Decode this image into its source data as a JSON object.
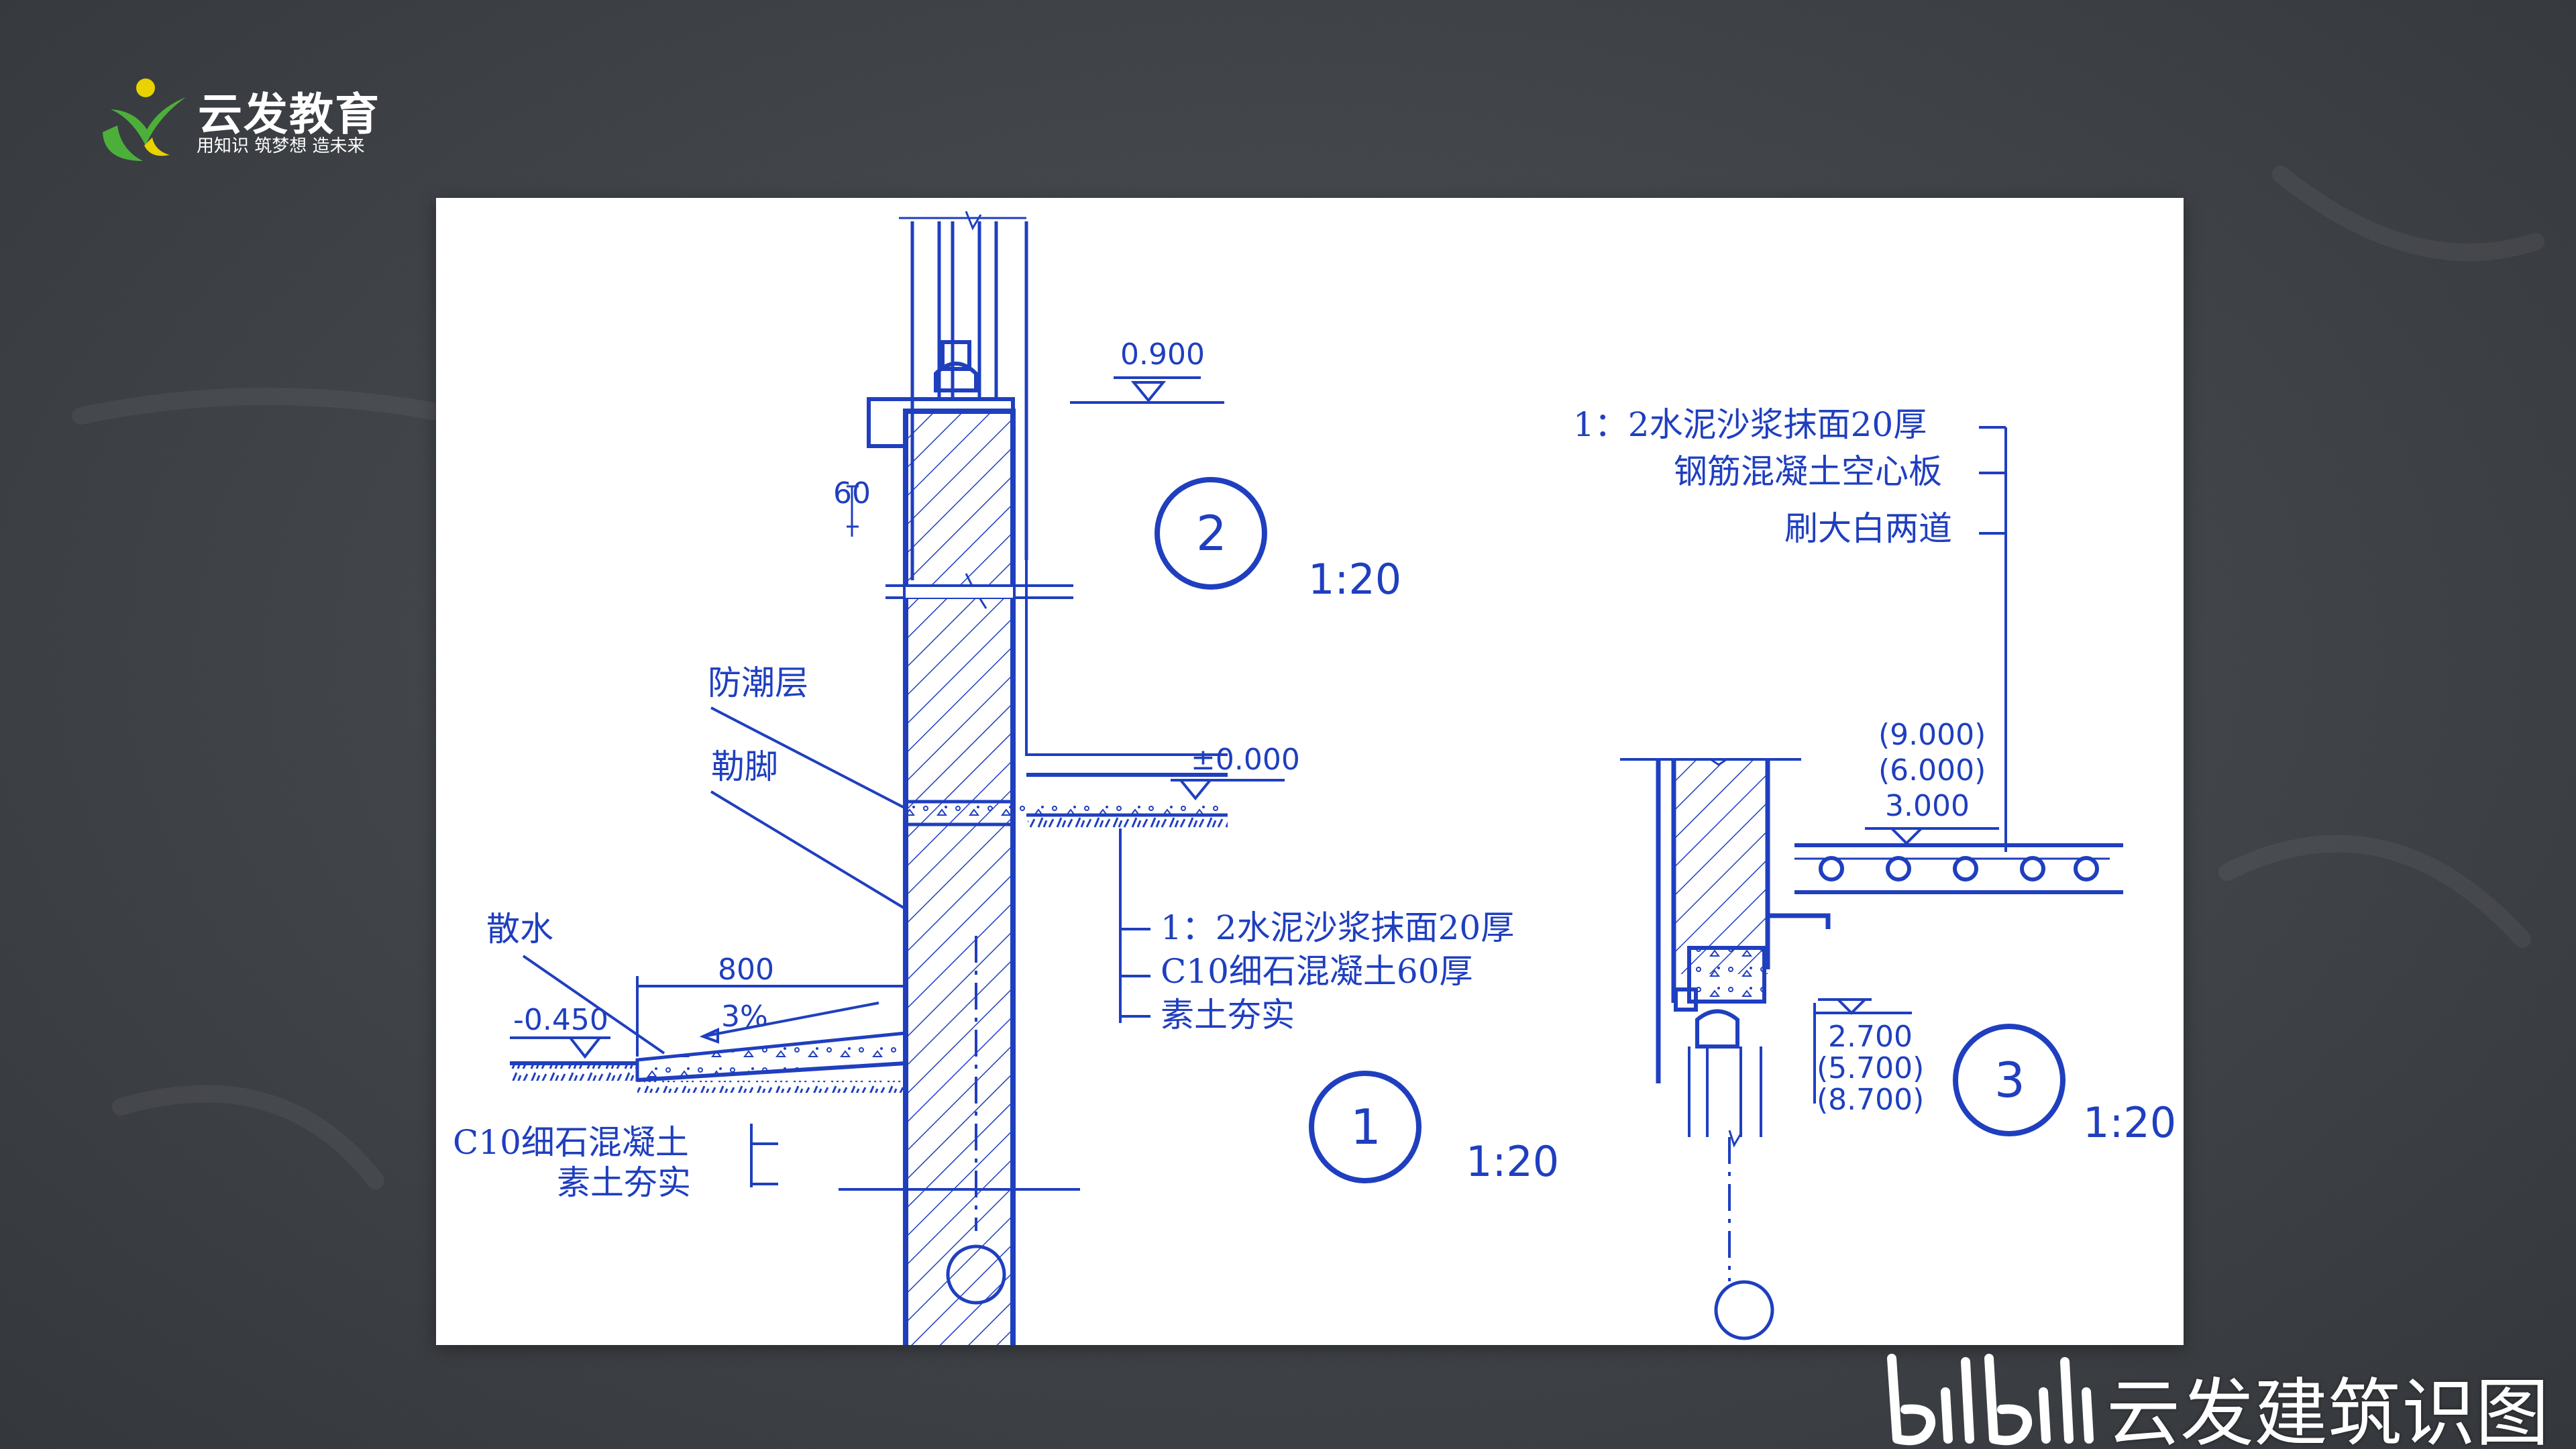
{
  "logo": {
    "title": "云发教育",
    "slogan": "用知识 筑梦想 造未来",
    "colors": {
      "green": "#4caf3a",
      "yellow": "#e8d200"
    }
  },
  "watermark": {
    "brand": "bilibili",
    "text": "云发建筑识图"
  },
  "drawing": {
    "line_color": "#1f3fbf",
    "detail_2": {
      "number": "2",
      "scale": "1:20",
      "elevation": "0.900",
      "dimension": "60"
    },
    "detail_1": {
      "number": "1",
      "scale": "1:20",
      "labels": {
        "dpc": "防潮层",
        "plinth": "勒脚",
        "apron": "散水"
      },
      "elevations": {
        "floor": "±0.000",
        "ground": "-0.450"
      },
      "apron_width": "800",
      "slope": "3%",
      "floor_layers": [
        "1：2水泥沙浆抹面20厚",
        "C10细石混凝土60厚",
        "素土夯实"
      ],
      "apron_layers": [
        "C10细石混凝土",
        "素土夯实"
      ]
    },
    "detail_3": {
      "number": "3",
      "scale": "1:20",
      "ceiling_layers": [
        "1：2水泥沙浆抹面20厚",
        "钢筋混凝土空心板",
        "刷大白两道"
      ],
      "slab_elevations": [
        "(9.000)",
        "(6.000)",
        "3.000"
      ],
      "lintel_elevations": [
        "2.700",
        "(5.700)",
        "(8.700)"
      ]
    }
  }
}
